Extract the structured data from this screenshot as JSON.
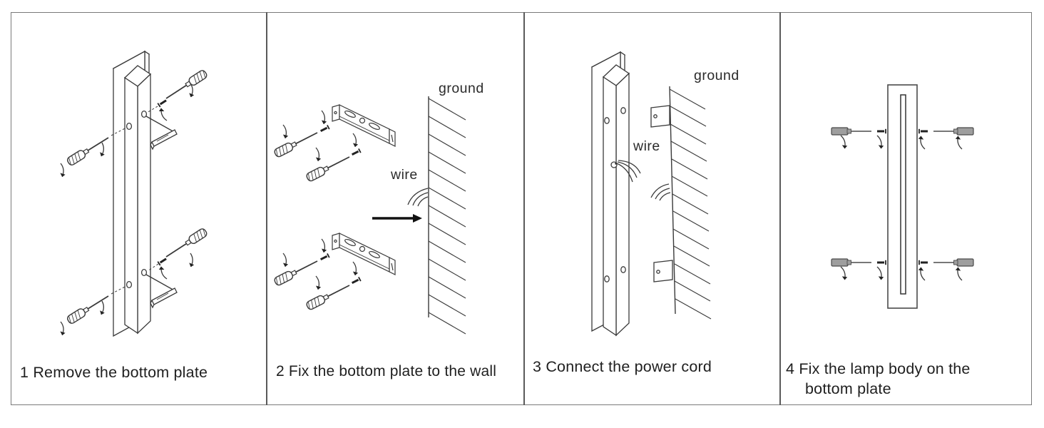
{
  "figure": {
    "type": "lamp-installation-instructions",
    "steps": [
      {
        "caption": "1 Remove the bottom plate"
      },
      {
        "caption": "2 Fix the bottom plate to the wall",
        "labels": {
          "ground": "ground",
          "wire": "wire"
        }
      },
      {
        "caption": "3 Connect the power cord",
        "labels": {
          "ground": "ground",
          "wire": "wire"
        }
      },
      {
        "caption_line1": "4 Fix the lamp body on the",
        "caption_line2": "bottom plate"
      }
    ],
    "colors": {
      "line": "#3a3a3a",
      "frame": "#7a7a7a",
      "divider": "#5a5a5a",
      "handle_fill": "#9e9e9e",
      "arrow": "#111111",
      "background": "#ffffff"
    }
  }
}
